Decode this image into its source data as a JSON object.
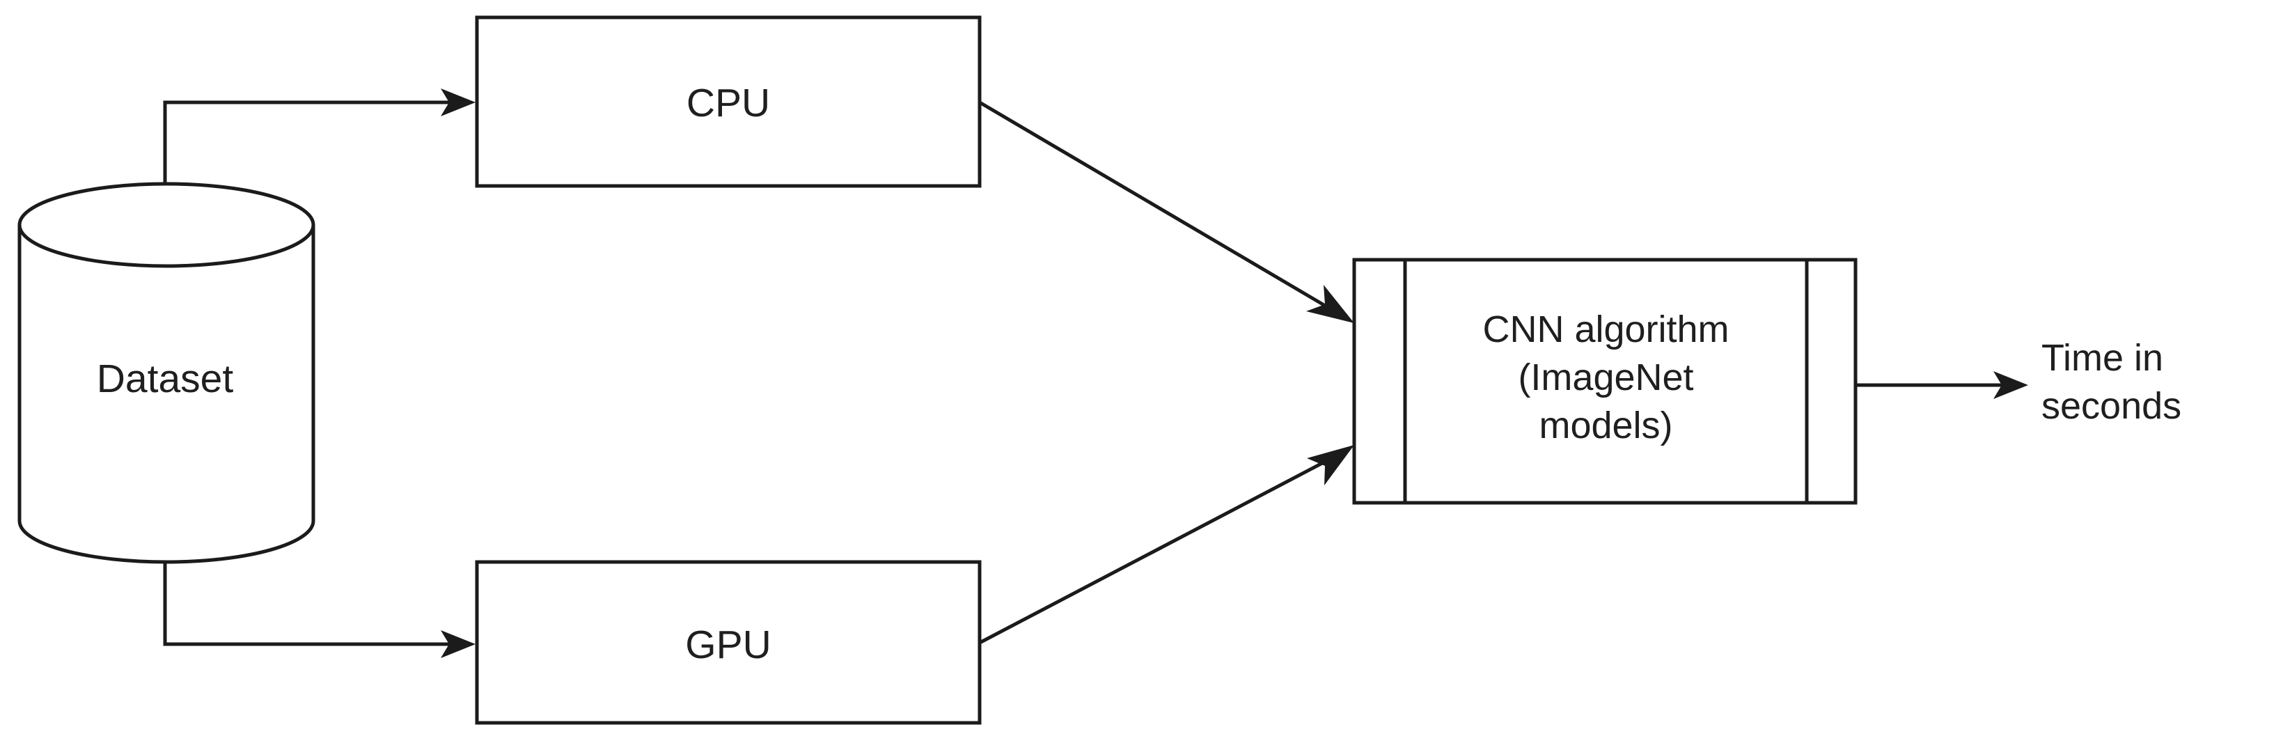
{
  "diagram": {
    "title": "Benchmark workflow: Dataset through CPU and GPU into CNN algorithm producing time in seconds",
    "background_color": "#ffffff",
    "stroke_color": "#1b1b1b",
    "text_color": "#1f1f1f",
    "nodes": {
      "dataset": {
        "label": "Dataset",
        "shape": "cylinder"
      },
      "cpu": {
        "label": "CPU",
        "shape": "rectangle"
      },
      "gpu": {
        "label": "GPU",
        "shape": "rectangle"
      },
      "cnn": {
        "label": "CNN algorithm\n(ImageNet\nmodels)",
        "shape": "predefined-process"
      },
      "output": {
        "label": "Time in\nseconds",
        "shape": "text"
      }
    },
    "edges": [
      {
        "id": "dataset-to-cpu",
        "from": "dataset",
        "to": "cpu",
        "style": "elbow",
        "arrow": "end"
      },
      {
        "id": "dataset-to-gpu",
        "from": "dataset",
        "to": "gpu",
        "style": "elbow",
        "arrow": "end"
      },
      {
        "id": "cpu-to-cnn",
        "from": "cpu",
        "to": "cnn",
        "style": "straight",
        "arrow": "end"
      },
      {
        "id": "gpu-to-cnn",
        "from": "gpu",
        "to": "cnn",
        "style": "straight",
        "arrow": "end"
      },
      {
        "id": "cnn-to-output",
        "from": "cnn",
        "to": "output",
        "style": "straight",
        "arrow": "end"
      }
    ]
  }
}
